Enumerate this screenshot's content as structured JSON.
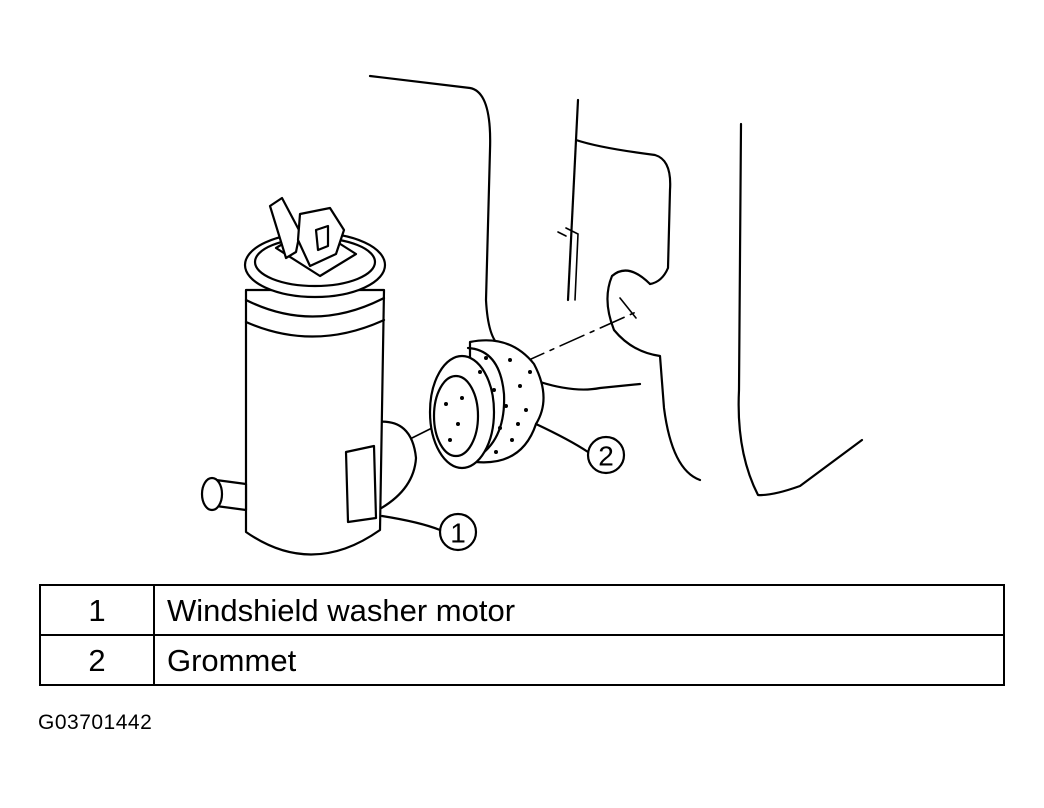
{
  "callouts": [
    {
      "number": "1",
      "part": "Windshield washer motor"
    },
    {
      "number": "2",
      "part": "Grommet"
    }
  ],
  "legend": [
    {
      "number": "1",
      "description": "Windshield washer motor"
    },
    {
      "number": "2",
      "description": "Grommet"
    }
  ],
  "figure_code": "G03701442"
}
